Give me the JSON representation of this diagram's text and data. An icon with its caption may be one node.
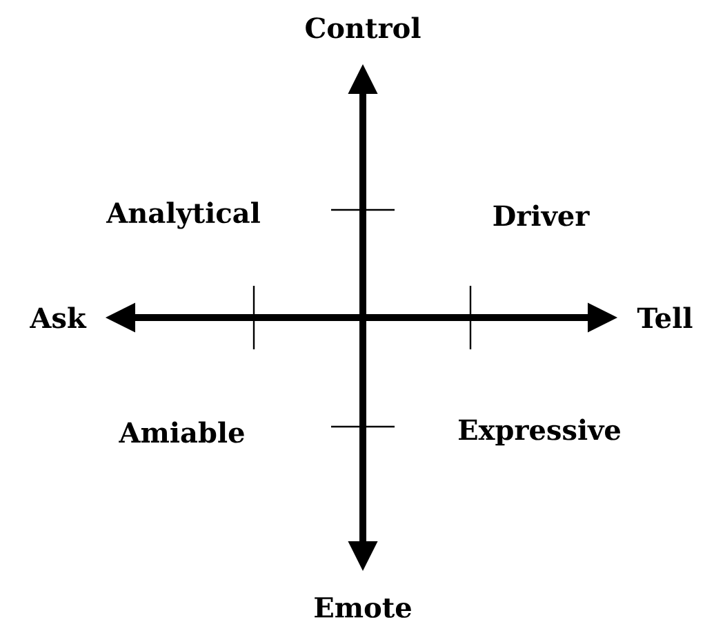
{
  "diagram": {
    "labels": [
      "Control",
      "Analytical",
      "Driver",
      "Ask",
      "Tell",
      "Amiable",
      "Expressive",
      "Emote"
    ]
  }
}
